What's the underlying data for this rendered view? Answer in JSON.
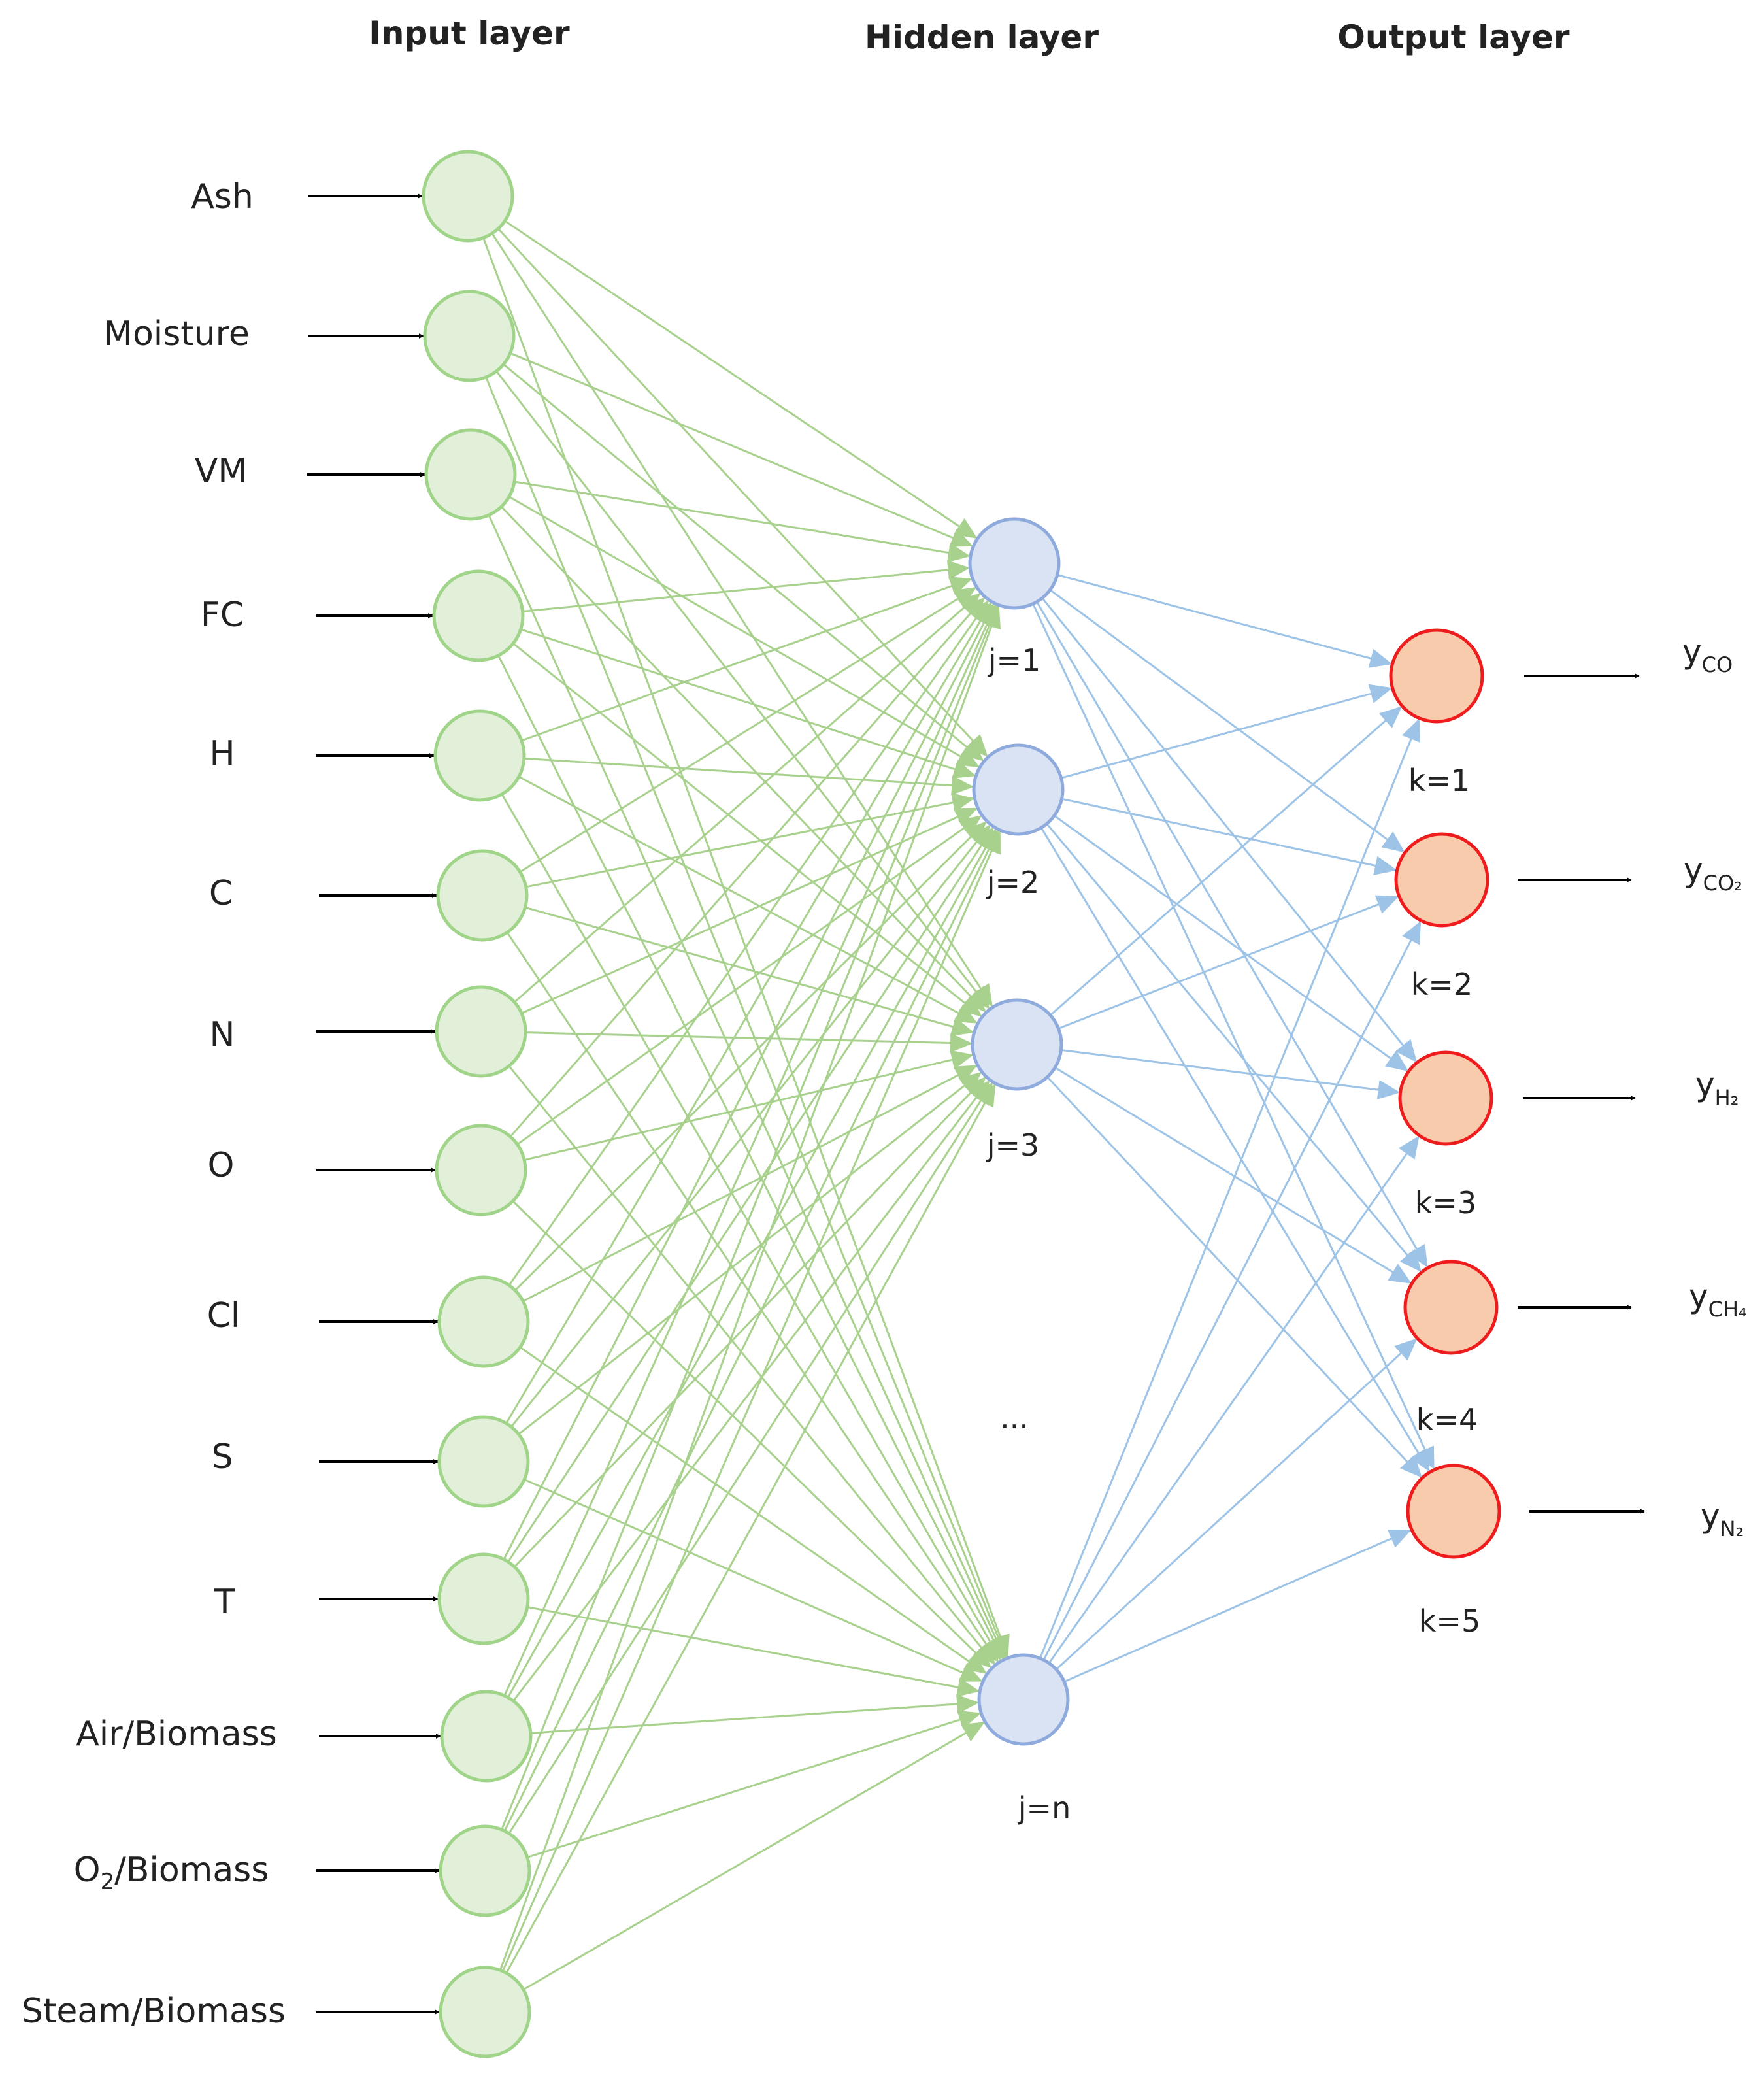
{
  "layers": {
    "input_title": "Input layer",
    "hidden_title": "Hidden layer",
    "output_title": "Output layer"
  },
  "inputs": [
    {
      "label": "Ash"
    },
    {
      "label": "Moisture"
    },
    {
      "label": "VM"
    },
    {
      "label": "FC"
    },
    {
      "label": "H"
    },
    {
      "label": "C"
    },
    {
      "label": "N"
    },
    {
      "label": "O"
    },
    {
      "label": "Cl"
    },
    {
      "label": "S"
    },
    {
      "label": "T"
    },
    {
      "label": "Air/Biomass"
    },
    {
      "label": "O",
      "sub": "2",
      "rest": "/Biomass"
    },
    {
      "label": "Steam/Biomass"
    }
  ],
  "hidden": [
    {
      "label": "j=1"
    },
    {
      "label": "j=2"
    },
    {
      "label": "j=3"
    },
    {
      "label": "j=n"
    }
  ],
  "hidden_ellipsis": "...",
  "outputs": [
    {
      "label": "k=1",
      "y": "y",
      "sub": "CO"
    },
    {
      "label": "k=2",
      "y": "y",
      "sub": "CO₂"
    },
    {
      "label": "k=3",
      "y": "y",
      "sub": "H₂"
    },
    {
      "label": "k=4",
      "y": "y",
      "sub": "CH₄"
    },
    {
      "label": "k=5",
      "y": "y",
      "sub": "N₂"
    }
  ],
  "colors": {
    "input_fill": "#e2efd9",
    "input_stroke": "#9fd489",
    "input_edge": "#a9d18e",
    "hidden_fill": "#dae3f3",
    "hidden_stroke": "#8faadc",
    "hidden_edge": "#9dc3e6",
    "output_fill": "#f8cbad",
    "output_stroke": "#ee1c1c",
    "arrow": "#000000"
  }
}
